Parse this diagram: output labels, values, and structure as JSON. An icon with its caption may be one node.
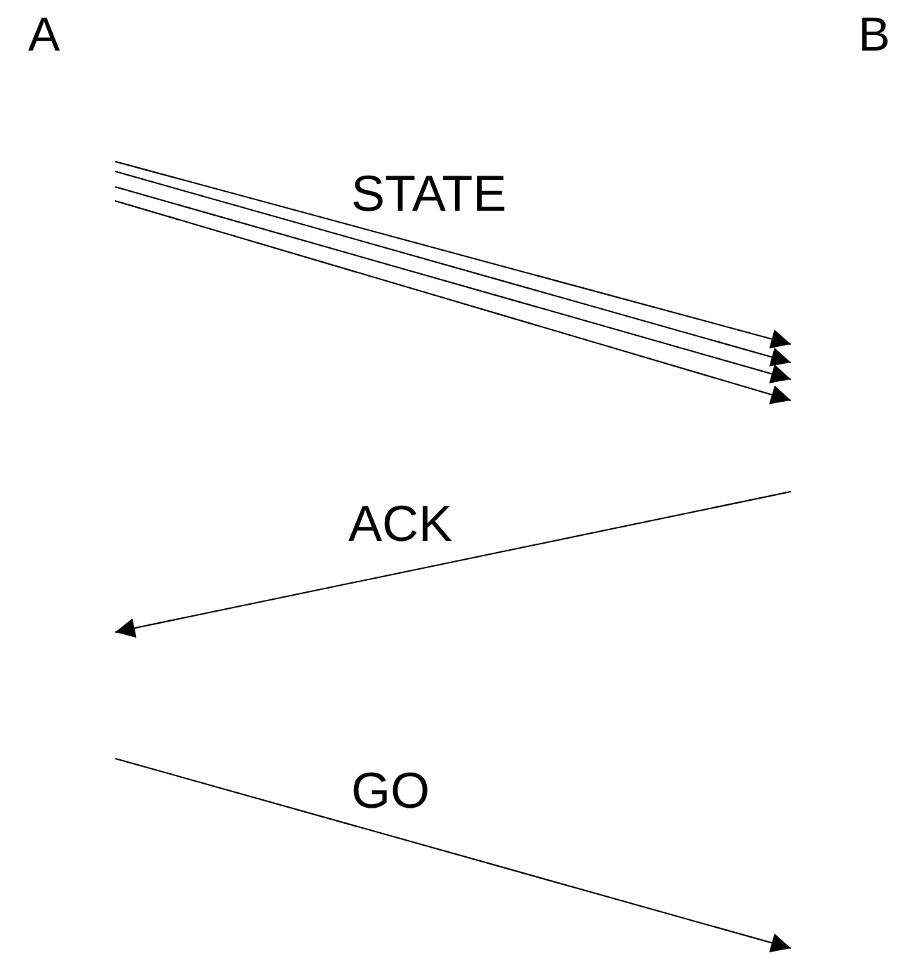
{
  "diagram": {
    "nodes": [
      {
        "text": [
          "A"
        ]
      },
      {
        "text": [
          "B"
        ]
      }
    ],
    "edges": [
      {
        "from": 0,
        "to": 1,
        "arrow": "to",
        "label": "STATE"
      },
      {
        "from": 0,
        "to": 1,
        "arrow": "to"
      },
      {
        "from": 0,
        "to": 1,
        "arrow": "to"
      },
      {
        "from": 0,
        "to": 1,
        "arrow": "to"
      },
      {
        "from": 1,
        "to": 0,
        "arrow": "to",
        "label": "ACK"
      },
      {
        "from": 0,
        "to": 1,
        "arrow": "to",
        "label": "GO"
      }
    ]
  }
}
